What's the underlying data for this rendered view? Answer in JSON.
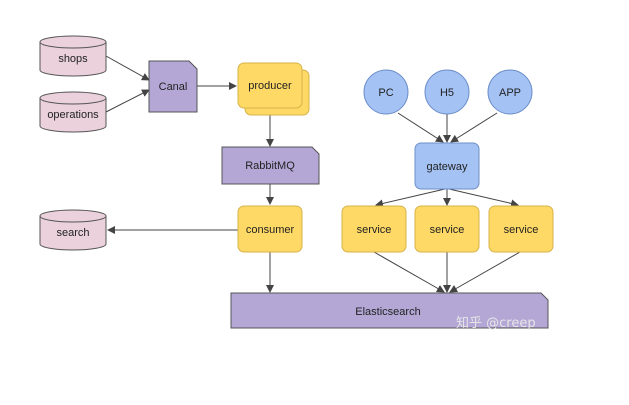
{
  "diagram": {
    "nodes": {
      "shops": "shops",
      "operations": "operations",
      "canal": "Canal",
      "producer": "producer",
      "rabbitmq": "RabbitMQ",
      "consumer": "consumer",
      "search": "search",
      "pc": "PC",
      "h5": "H5",
      "app": "APP",
      "gateway": "gateway",
      "service1": "service",
      "service2": "service",
      "service3": "service",
      "elasticsearch": "Elasticsearch"
    },
    "colors": {
      "database_fill": "#ead1dc",
      "queue_fill": "#b4a7d6",
      "worker_fill": "#ffd966",
      "client_fill": "#a4c2f4",
      "stroke": "#555555"
    }
  },
  "watermark": "知乎 @creep"
}
